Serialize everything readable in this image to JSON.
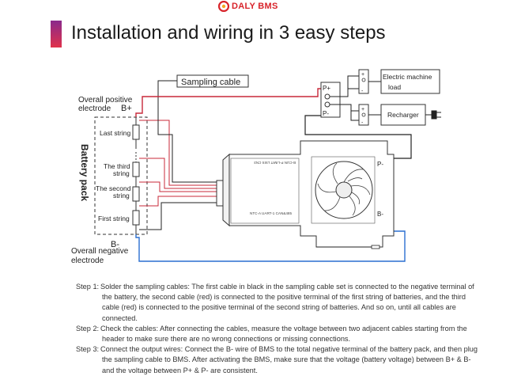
{
  "brand": {
    "logo_text": "DALY BMS",
    "logo_color": "#d8232a"
  },
  "title": "Installation and wiring in 3 easy steps",
  "diagram": {
    "sampling_cable": "Sampling cable",
    "overall_positive": "Overall positive",
    "electrode_top": "electrode",
    "b_plus": "B+",
    "b_minus": "B-",
    "overall_negative": "Overall negative",
    "electrode_bottom": "electrode",
    "battery_pack": "Battery pack",
    "last_string": "Last string",
    "third_string_1": "The third",
    "third_string_2": "string",
    "second_string_1": "The second",
    "second_string_2": "string",
    "first_string": "First string",
    "p_plus": "P+",
    "p_minus": "P-",
    "electric_machine_1": "Electric machine",
    "electric_machine_2": "load",
    "recharger": "Recharger",
    "bms_p_minus": "P-",
    "bms_b_minus": "B-",
    "bms_top_labels": "B-CUN  P-LIMIT  LSIS  CN3",
    "bms_bottom_labels": "NTC-A  UART-1  CAN&485",
    "colors": {
      "positive": "#c8283a",
      "negative": "#2a6fd1",
      "wire": "#222222"
    }
  },
  "steps": [
    {
      "label": "Step 1:",
      "text": "Solder the sampling cables: The first cable in black in the sampling cable set is connected to the negative terminal of the battery, the second cable (red) is connected to the positive terminal of the first string of batteries, and the third cable (red) is connected to the positive terminal of the second string of batteries. And so on, until all cables are connected."
    },
    {
      "label": "Step 2:",
      "text": "Check the cables: After connecting the cables, measure the voltage between two adjacent cables starting from the header to make sure there are no wrong connections or missing connections."
    },
    {
      "label": "Step 3:",
      "text": "Connect the output wires: Connect the B- wire of BMS to the total negative terminal of the battery pack, and then plug the sampling cable to BMS. After activating the BMS, make sure that the voltage (battery voltage) between B+ & B- and the voltage between P+ & P- are consistent."
    }
  ]
}
